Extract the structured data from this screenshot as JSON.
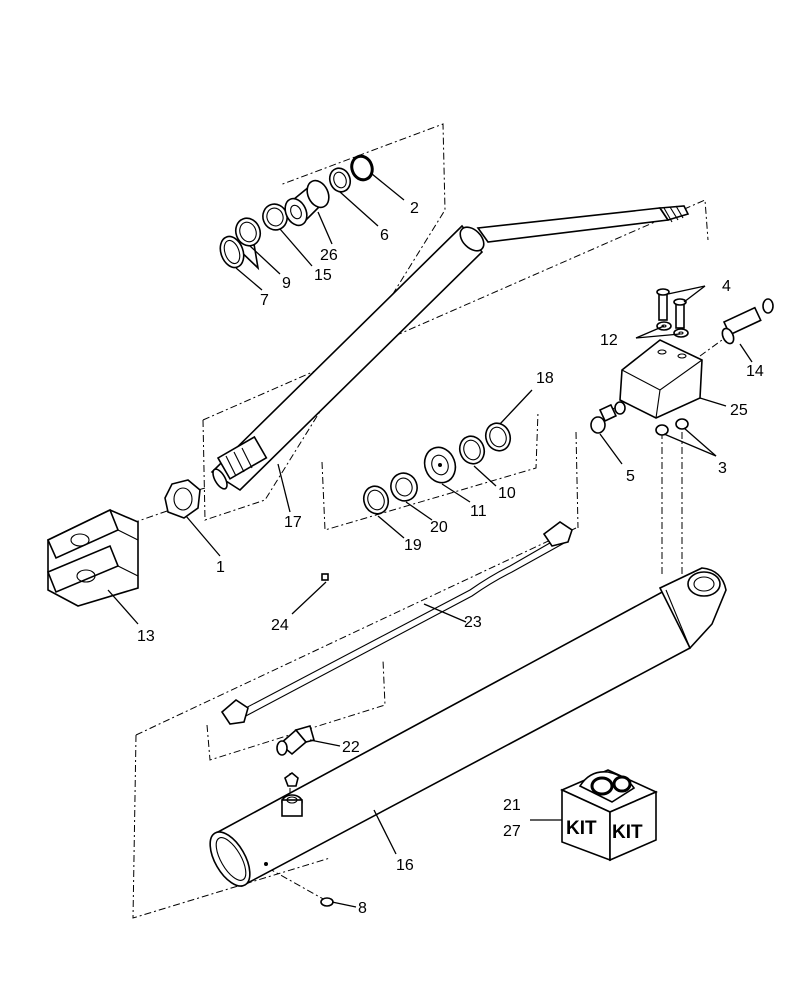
{
  "kit": {
    "word": "KIT"
  },
  "callouts": [
    {
      "id": "c1",
      "text": "1"
    },
    {
      "id": "c2",
      "text": "2"
    },
    {
      "id": "c3",
      "text": "3"
    },
    {
      "id": "c4",
      "text": "4"
    },
    {
      "id": "c5",
      "text": "5"
    },
    {
      "id": "c6",
      "text": "6"
    },
    {
      "id": "c7",
      "text": "7"
    },
    {
      "id": "c8",
      "text": "8"
    },
    {
      "id": "c9",
      "text": "9"
    },
    {
      "id": "c10",
      "text": "10"
    },
    {
      "id": "c11",
      "text": "11"
    },
    {
      "id": "c12",
      "text": "12"
    },
    {
      "id": "c13",
      "text": "13"
    },
    {
      "id": "c14",
      "text": "14"
    },
    {
      "id": "c15",
      "text": "15"
    },
    {
      "id": "c16",
      "text": "16"
    },
    {
      "id": "c17",
      "text": "17"
    },
    {
      "id": "c18",
      "text": "18"
    },
    {
      "id": "c19",
      "text": "19"
    },
    {
      "id": "c20",
      "text": "20"
    },
    {
      "id": "c21",
      "text": "21"
    },
    {
      "id": "c22",
      "text": "22"
    },
    {
      "id": "c23",
      "text": "23"
    },
    {
      "id": "c24",
      "text": "24"
    },
    {
      "id": "c25",
      "text": "25"
    },
    {
      "id": "c26",
      "text": "26"
    },
    {
      "id": "c27",
      "text": "27"
    }
  ]
}
